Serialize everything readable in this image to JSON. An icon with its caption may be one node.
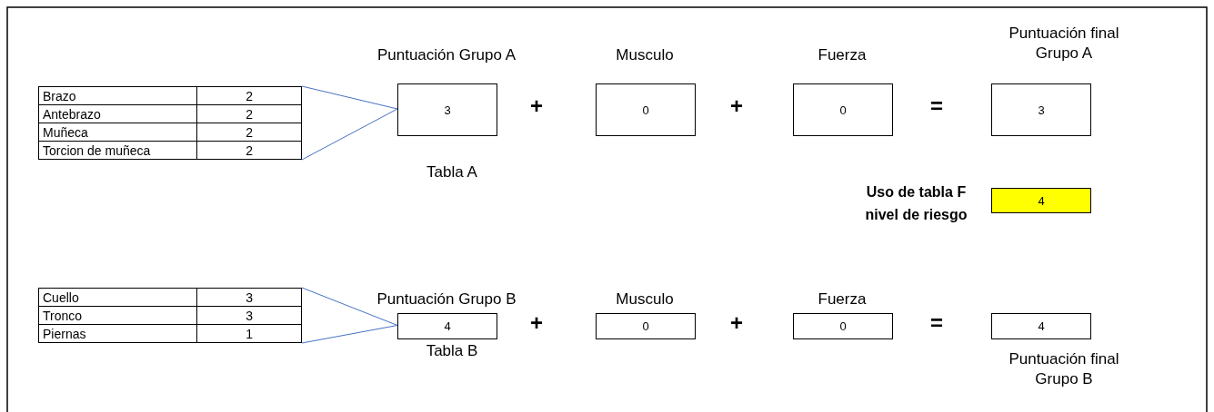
{
  "diagram": {
    "nodes": [
      {
        "text": [
          "Brazo",
          "2",
          "Antebrazo",
          "2",
          "Muñeca",
          "2",
          "Torcion de muñeca",
          "2"
        ]
      },
      {
        "text": [
          "Puntuación Grupo A",
          "3"
        ],
        "beside": [
          "Tabla A"
        ]
      },
      {
        "text": [
          "Musculo",
          "0"
        ]
      },
      {
        "text": [
          "Fuerza",
          "0"
        ]
      },
      {
        "text": [
          "Puntuación final Grupo A",
          "3"
        ]
      },
      {
        "text": [
          "4"
        ],
        "beside": [
          "Uso de tabla F nivel de riesgo"
        ]
      },
      {
        "text": [
          "Cuello",
          "3",
          "Tronco",
          "3",
          "Piernas",
          "1"
        ]
      },
      {
        "text": [
          "Puntuación Grupo B",
          "4"
        ],
        "beside": [
          "Tabla B"
        ]
      },
      {
        "text": [
          "Musculo",
          "0"
        ]
      },
      {
        "text": [
          "Fuerza",
          "0"
        ]
      },
      {
        "text": [
          "4",
          "Puntuación final Grupo B"
        ]
      }
    ],
    "edges": [
      {
        "from": 0,
        "to": 1,
        "arrow": "none"
      },
      {
        "from": 6,
        "to": 7,
        "arrow": "none"
      }
    ],
    "labels": [
      "+",
      "+",
      "=",
      "+",
      "+",
      "="
    ]
  }
}
